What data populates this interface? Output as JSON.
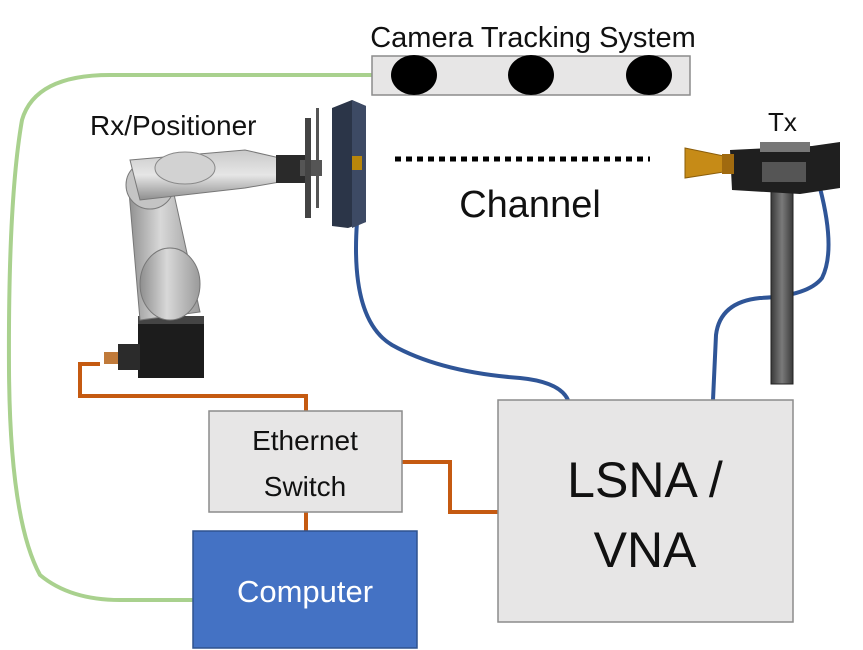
{
  "labels": {
    "camera_system": "Camera Tracking System",
    "rx_positioner": "Rx/Positioner",
    "tx": "Tx",
    "channel": "Channel",
    "ethernet_switch_line1": "Ethernet",
    "ethernet_switch_line2": "Switch",
    "computer": "Computer",
    "analyzer_line1": "LSNA /",
    "analyzer_line2": "VNA"
  },
  "colors": {
    "ethernet_cable": "#C55A11",
    "rf_cable": "#2F5597",
    "camera_cable": "#A9D18E",
    "computer_box": "#4472C4",
    "gray_box": "#E7E6E6",
    "box_border": "#8C8C8C"
  },
  "icons": [
    "robot-arm",
    "horn-antenna",
    "camera-bar"
  ]
}
